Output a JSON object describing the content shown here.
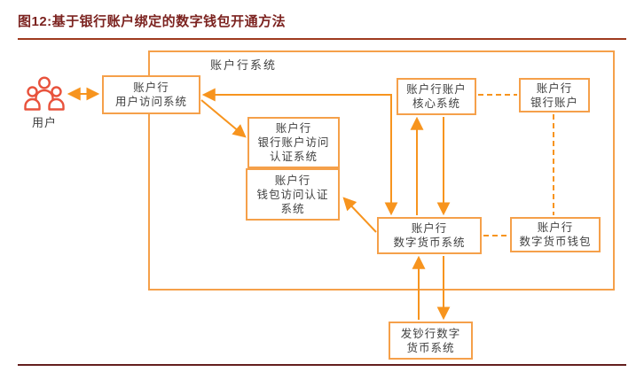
{
  "title": {
    "text": "图12:基于银行账户绑定的数字钱包开通方法"
  },
  "colors": {
    "accent_orange_border": "#f5a04a",
    "accent_orange_arrow": "#f7941e",
    "title_maroon": "#7c2320",
    "top_rule": "#9e3a1e",
    "bottom_rule": "#641f1e",
    "user_icon_red": "#e8523c",
    "text_dark": "#3f3f3f"
  },
  "diagram": {
    "container_label": "账户行系统",
    "user_label": "用户",
    "nodes": {
      "user_access": "账户行\n用户访问系统",
      "bank_account_auth": "账户行\n银行账户访问\n认证系统",
      "wallet_auth": "账户行\n钱包访问认证\n系统",
      "core_system": "账户行账户\n核心系统",
      "bank_account": "账户行\n银行账户",
      "digital_currency_system": "账户行\n数字货币系统",
      "digital_currency_wallet": "账户行\n数字货币钱包",
      "issuing_bank_system": "发钞行数字\n货币系统"
    }
  }
}
